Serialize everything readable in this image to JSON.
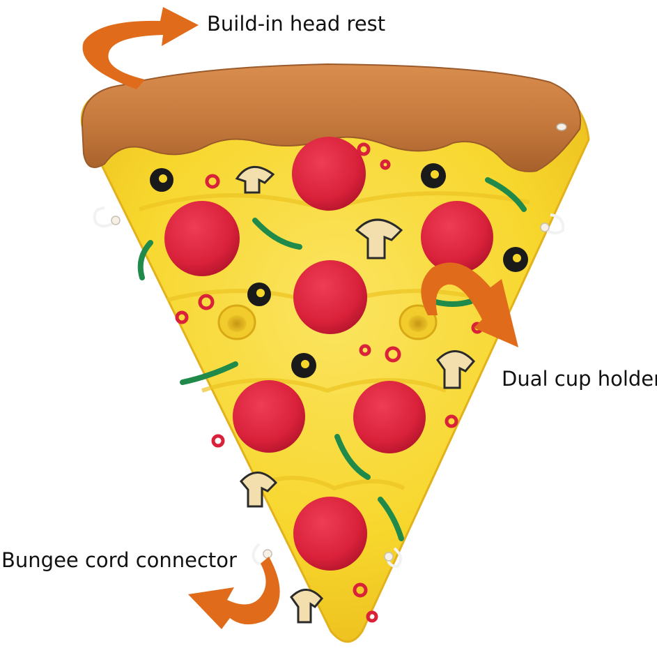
{
  "callouts": {
    "headrest": "Build-in head rest",
    "cup_holder": "Dual cup holder",
    "bungee": "Bungee cord connector"
  },
  "colors": {
    "cheese": "#f7d62c",
    "crust": "#c5793c",
    "pepperoni": "#d9213a",
    "arrow": "#e06c1b",
    "olive": "#1a1a1a",
    "pepper_green": "#1f8a4a",
    "mushroom": "#f3dfae"
  },
  "product": {
    "object": "inflatable pizza slice pool float",
    "features": [
      "head rest",
      "cup holder",
      "cup holder",
      "bungee cord connector"
    ]
  }
}
